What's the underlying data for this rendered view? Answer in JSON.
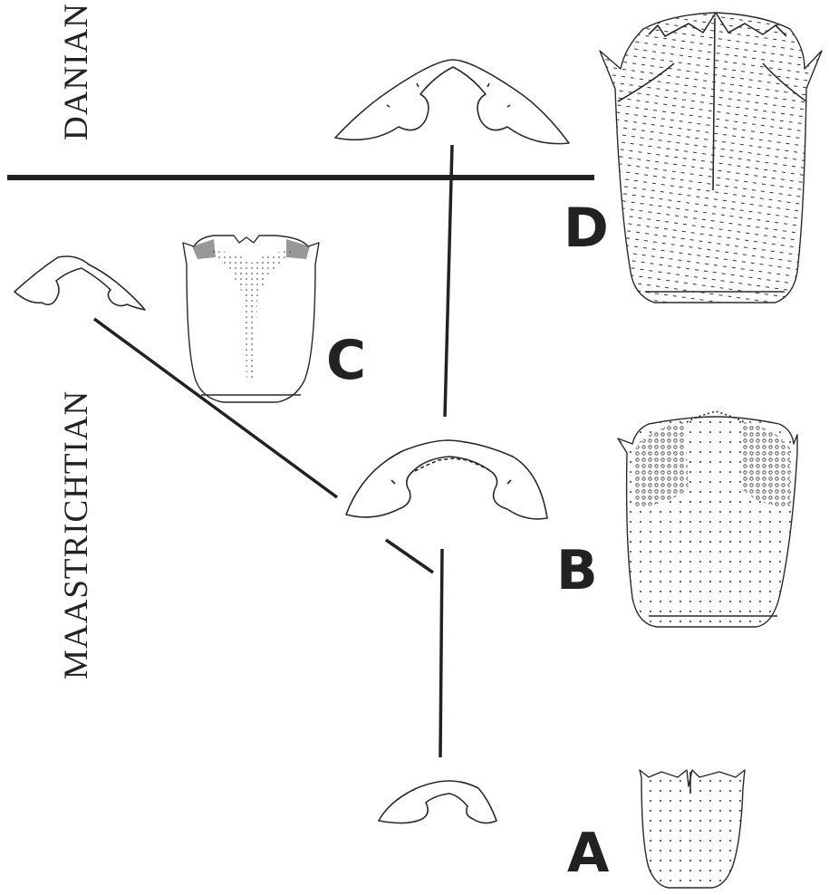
{
  "figure": {
    "stages": {
      "upper": "DANIAN",
      "lower": "MAASTRICHTIAN"
    },
    "specimens": [
      {
        "id": "A"
      },
      {
        "id": "B"
      },
      {
        "id": "C"
      },
      {
        "id": "D"
      }
    ],
    "colors": {
      "ink": "#222222",
      "paper": "#ffffff"
    }
  }
}
